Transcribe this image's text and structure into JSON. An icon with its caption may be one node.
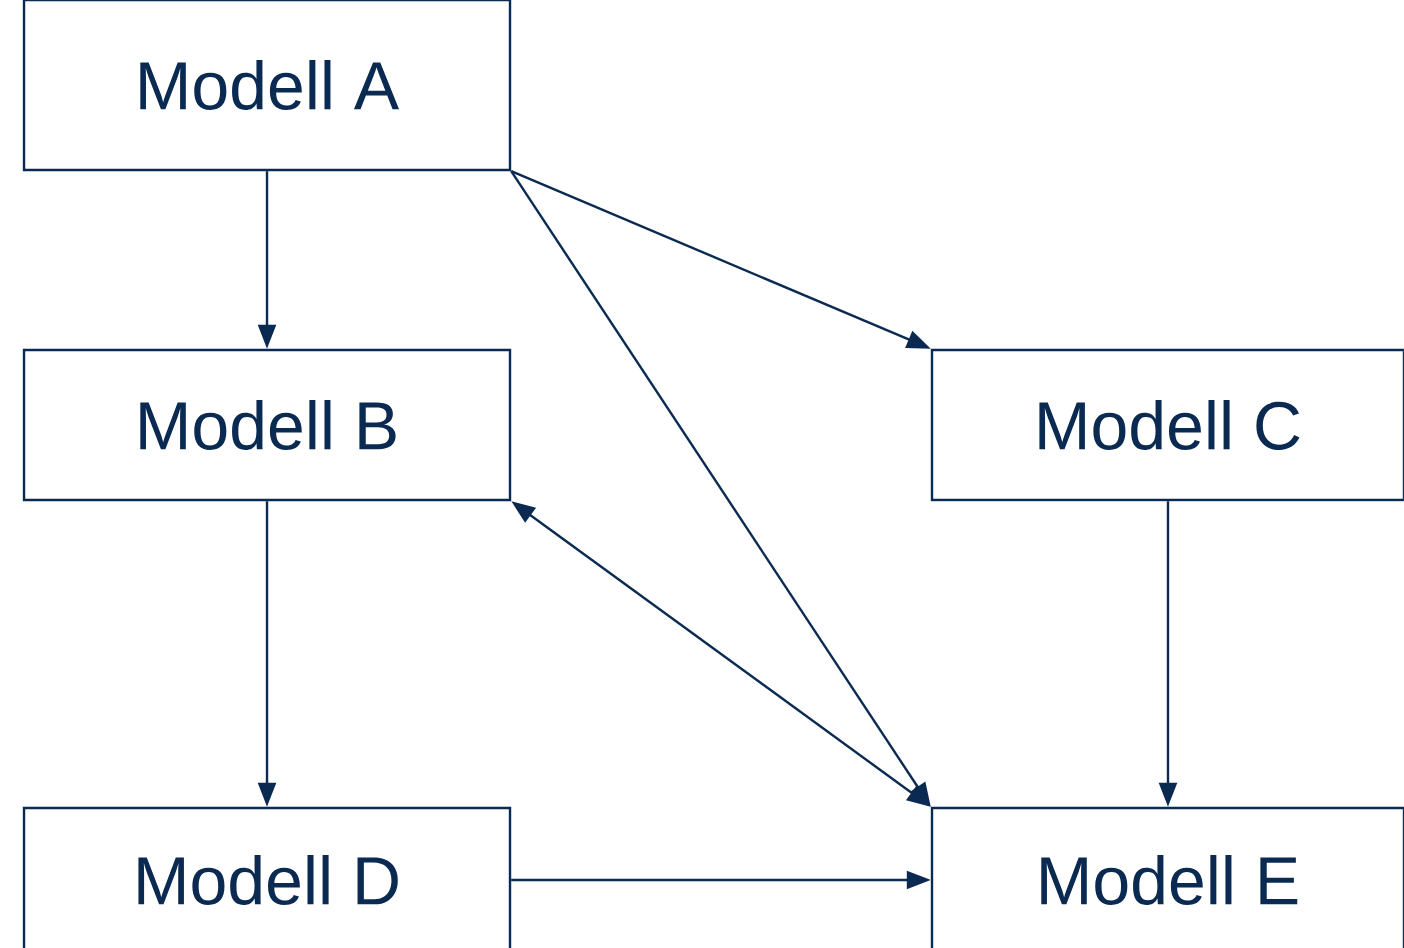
{
  "diagram": {
    "nodes": [
      {
        "text": [
          "Modell A"
        ]
      },
      {
        "text": [
          "Modell B"
        ]
      },
      {
        "text": [
          "Modell C"
        ]
      },
      {
        "text": [
          "Modell D"
        ]
      },
      {
        "text": [
          "Modell E"
        ]
      }
    ],
    "edges": [
      {
        "from": 0,
        "to": 1,
        "arrow": "to"
      },
      {
        "from": 0,
        "to": 2,
        "arrow": "to"
      },
      {
        "from": 0,
        "to": 4,
        "arrow": "to"
      },
      {
        "from": 1,
        "to": 4,
        "arrow": "both"
      },
      {
        "from": 1,
        "to": 3,
        "arrow": "to"
      },
      {
        "from": 2,
        "to": 4,
        "arrow": "to"
      },
      {
        "from": 3,
        "to": 4,
        "arrow": "to"
      }
    ]
  }
}
